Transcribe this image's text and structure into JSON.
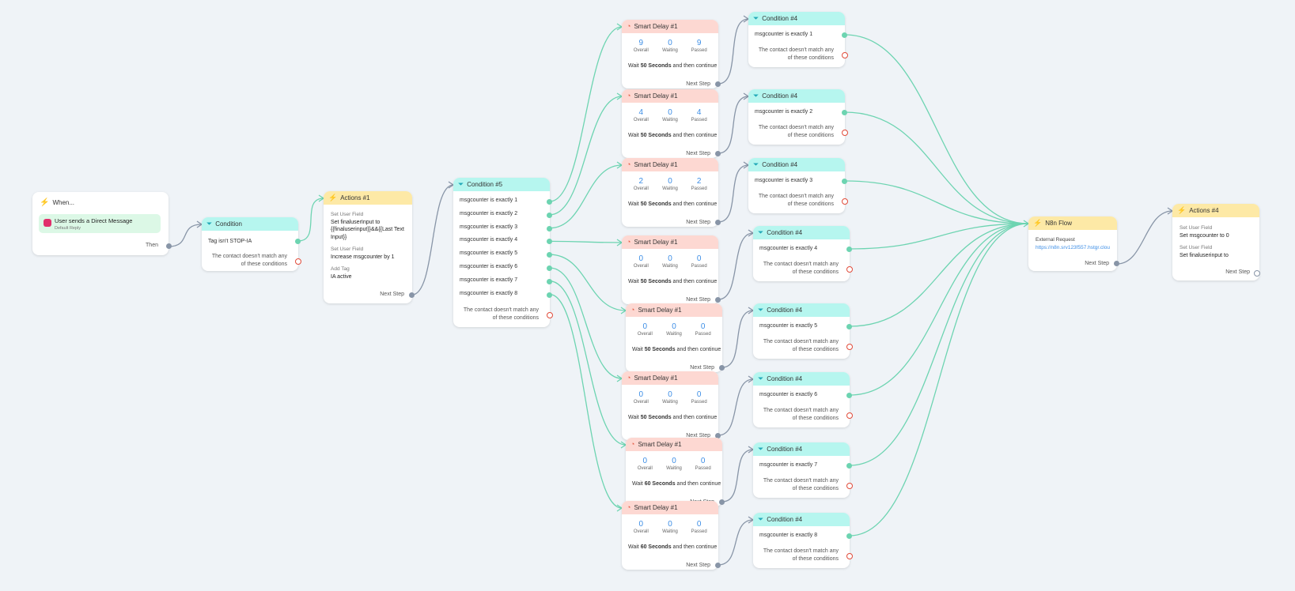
{
  "trigger": {
    "title": "When...",
    "item_label": "User sends a Direct Message",
    "item_sub": "Default Reply",
    "then_label": "Then"
  },
  "condition_first": {
    "title": "Condition",
    "rule": "Tag isn't STOP-IA",
    "nomatch": [
      "The contact doesn't match any",
      "of these conditions"
    ]
  },
  "actions1": {
    "title": "Actions #1",
    "items": [
      {
        "label": "Set User Field",
        "value_lines": [
          "Set finaluserInput to",
          "{{finaluserinput}}&&{{Last Text",
          "Input}}"
        ]
      },
      {
        "label": "Set User Field",
        "value_lines": [
          "Increase msgcounter by 1"
        ]
      },
      {
        "label": "Add Tag",
        "value_lines": [
          "IA active"
        ]
      }
    ],
    "next_step": "Next Step"
  },
  "condition5": {
    "title": "Condition #5",
    "rules": [
      "msgcounter is exactly 1",
      "msgcounter is exactly 2",
      "msgcounter is exactly 3",
      "msgcounter is exactly 4",
      "msgcounter is exactly 5",
      "msgcounter is exactly 6",
      "msgcounter is exactly 7",
      "msgcounter is exactly 8"
    ],
    "nomatch": [
      "The contact doesn't match any",
      "of these conditions"
    ]
  },
  "stat_labels": [
    "Overall",
    "Waiting",
    "Passed"
  ],
  "delays": [
    {
      "title": "Smart Delay #1",
      "values": [
        "9",
        "0",
        "9"
      ],
      "wait_pre": "Wait ",
      "wait_bold": "50 Seconds",
      "wait_post": " and then continue",
      "next_step": "Next Step"
    },
    {
      "title": "Smart Delay #1",
      "values": [
        "4",
        "0",
        "4"
      ],
      "wait_pre": "Wait ",
      "wait_bold": "50 Seconds",
      "wait_post": " and then continue",
      "next_step": "Next Step"
    },
    {
      "title": "Smart Delay #1",
      "values": [
        "2",
        "0",
        "2"
      ],
      "wait_pre": "Wait ",
      "wait_bold": "50 Seconds",
      "wait_post": " and then continue",
      "next_step": "Next Step"
    },
    {
      "title": "Smart Delay #1",
      "values": [
        "0",
        "0",
        "0"
      ],
      "wait_pre": "Wait ",
      "wait_bold": "50 Seconds",
      "wait_post": " and then continue",
      "next_step": "Next Step"
    },
    {
      "title": "Smart Delay #1",
      "values": [
        "0",
        "0",
        "0"
      ],
      "wait_pre": "Wait ",
      "wait_bold": "50 Seconds",
      "wait_post": " and then continue",
      "next_step": "Next Step"
    },
    {
      "title": "Smart Delay #1",
      "values": [
        "0",
        "0",
        "0"
      ],
      "wait_pre": "Wait ",
      "wait_bold": "50 Seconds",
      "wait_post": " and then continue",
      "next_step": "Next Step"
    },
    {
      "title": "Smart Delay #1",
      "values": [
        "0",
        "0",
        "0"
      ],
      "wait_pre": "Wait ",
      "wait_bold": "60 Seconds",
      "wait_post": " and then continue",
      "next_step": "Next Step"
    },
    {
      "title": "Smart Delay #1",
      "values": [
        "0",
        "0",
        "0"
      ],
      "wait_pre": "Wait ",
      "wait_bold": "60 Seconds",
      "wait_post": " and then continue",
      "next_step": "Next Step"
    }
  ],
  "conditions4": [
    {
      "title": "Condition #4",
      "rule": "msgcounter is exactly 1"
    },
    {
      "title": "Condition #4",
      "rule": "msgcounter is exactly 2"
    },
    {
      "title": "Condition #4",
      "rule": "msgcounter is exactly 3"
    },
    {
      "title": "Condition #4",
      "rule": "msgcounter is exactly 4"
    },
    {
      "title": "Condition #4",
      "rule": "msgcounter is exactly 5"
    },
    {
      "title": "Condition #4",
      "rule": "msgcounter is exactly 6"
    },
    {
      "title": "Condition #4",
      "rule": "msgcounter is exactly 7"
    },
    {
      "title": "Condition #4",
      "rule": "msgcounter is exactly 8"
    }
  ],
  "nomatch_lines": [
    "The contact doesn't match any",
    "of these conditions"
  ],
  "n8n": {
    "title": "N8n Flow",
    "label": "External Request",
    "url": "https://n8n.srv123f557.hstgr.clou",
    "next_step": "Next Step"
  },
  "actions4": {
    "title": "Actions #4",
    "items": [
      {
        "label": "Set User Field",
        "value": "Set msgcounter to 0"
      },
      {
        "label": "Set User Field",
        "value": "Set finaluserinput to"
      }
    ],
    "next_step": "Next Step"
  },
  "colors": {
    "connector": "#6dd4b1",
    "connector_gray": "#8895a7",
    "condition_header": "#b6f6ef",
    "delay_header": "#fdd8d2",
    "action_header": "#fde9a6"
  }
}
